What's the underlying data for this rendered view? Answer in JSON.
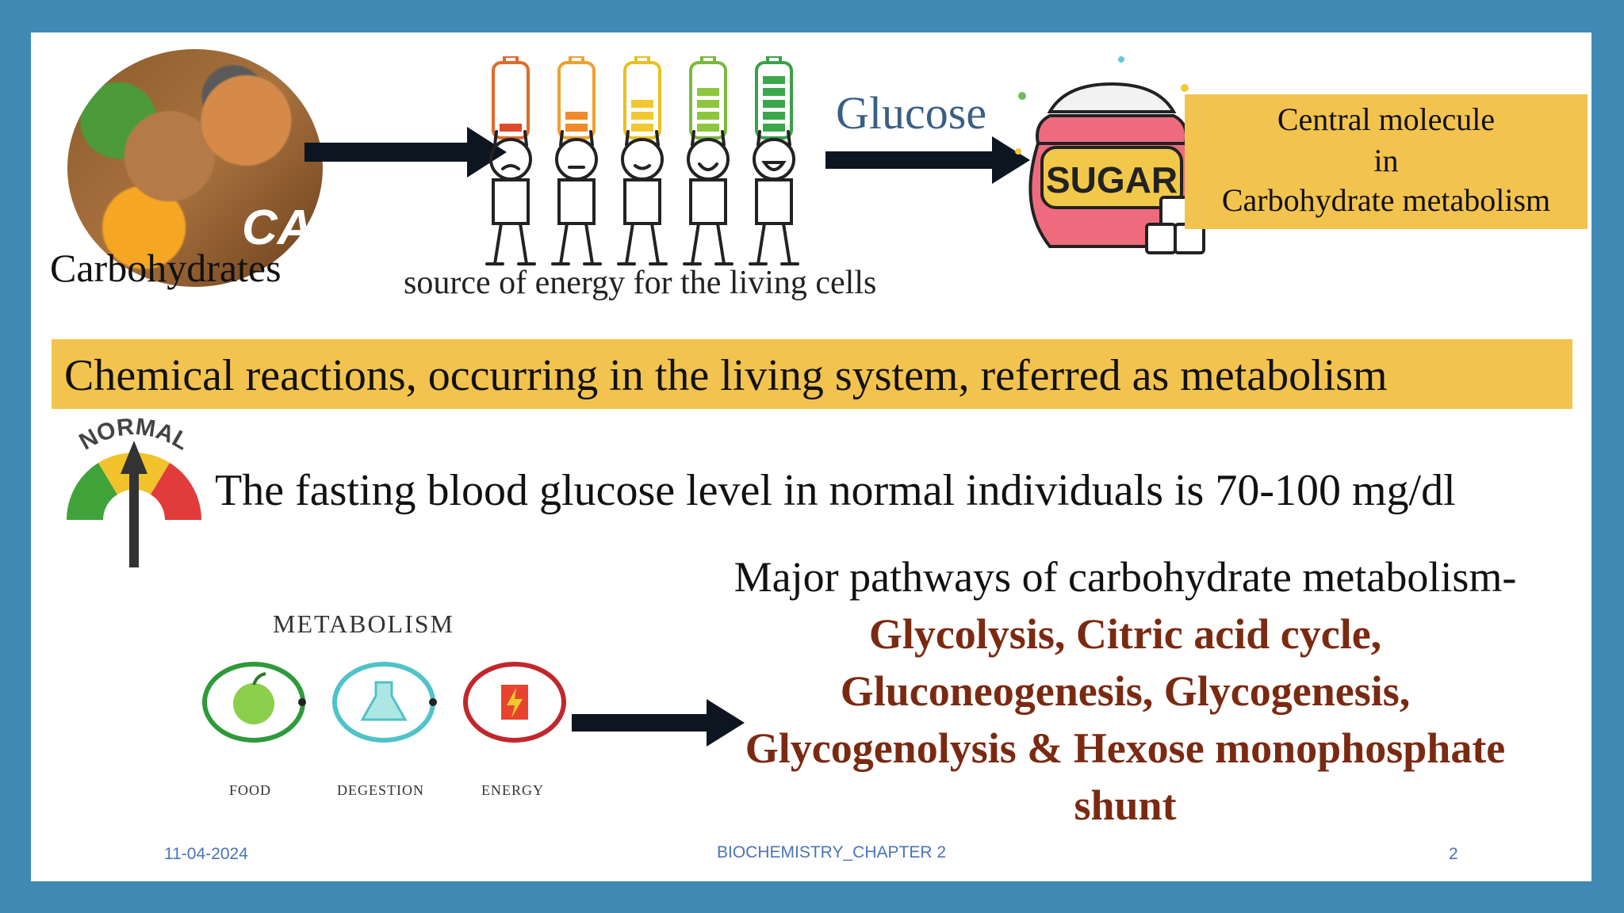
{
  "top": {
    "carbohydrates_label": "Carbohydrates",
    "food_image_text": "CAR",
    "energy_caption": "source of energy for the living cells",
    "glucose_label": "Glucose",
    "sugar_label": "SUGAR",
    "central_box": {
      "line1": "Central molecule",
      "line2": "in",
      "line3": "Carbohydrate metabolism"
    }
  },
  "banner": {
    "text": "Chemical reactions, occurring in the living system, referred as metabolism"
  },
  "glucose_level": {
    "gauge_label": "NORMAL",
    "text": "The fasting blood glucose level in normal individuals is 70-100 mg/dl"
  },
  "metabolism_diagram": {
    "title": "METABOLISM",
    "steps": [
      "FOOD",
      "DEGESTION",
      "ENERGY"
    ]
  },
  "pathways": {
    "heading": "Major pathways of carbohydrate metabolism-",
    "line1": "Glycolysis, Citric acid cycle,",
    "line2": "Gluconeogenesis, Glycogenesis,",
    "line3": "Glycogenolysis & Hexose monophosphate",
    "line4": "shunt"
  },
  "footer": {
    "date": "11-04-2024",
    "title": "BIOCHEMISTRY_CHAPTER 2",
    "page": "2"
  },
  "colors": {
    "frame": "#4189b5",
    "banner": "#f3c34f",
    "pathway_text": "#7b2a12",
    "footer_text": "#4a74b8",
    "glucose_text": "#3a5f86"
  }
}
